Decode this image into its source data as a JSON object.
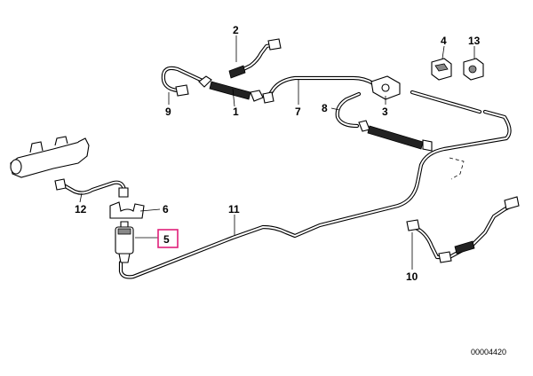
{
  "callouts": {
    "c1": "1",
    "c2": "2",
    "c3": "3",
    "c4": "4",
    "c5": "5",
    "c6": "6",
    "c7": "7",
    "c8": "8",
    "c9": "9",
    "c10": "10",
    "c11": "11",
    "c12": "12",
    "c13": "13"
  },
  "diagram_code": "00004420",
  "highlight_color": "#e0207a"
}
